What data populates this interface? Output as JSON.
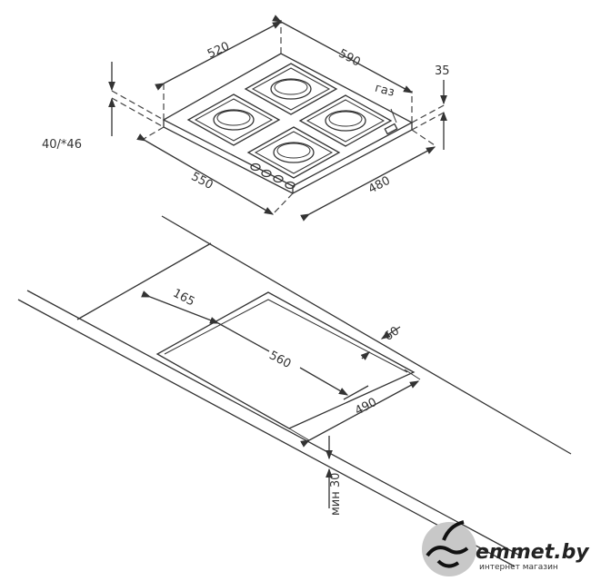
{
  "hob_dimensions": {
    "depth_top": "520",
    "width_top": "590",
    "height_right": "35",
    "height_left": "40/*46",
    "width_bottom": "550",
    "depth_bottom": "480",
    "gas_label": "газ"
  },
  "cutout_dimensions": {
    "front_offset": "165",
    "cutout_width": "560",
    "back_offset": "60",
    "cutout_depth": "490",
    "min_thickness": "мин 30"
  },
  "logo": {
    "brand": "emmet.by",
    "tagline": "интернет магазин"
  }
}
